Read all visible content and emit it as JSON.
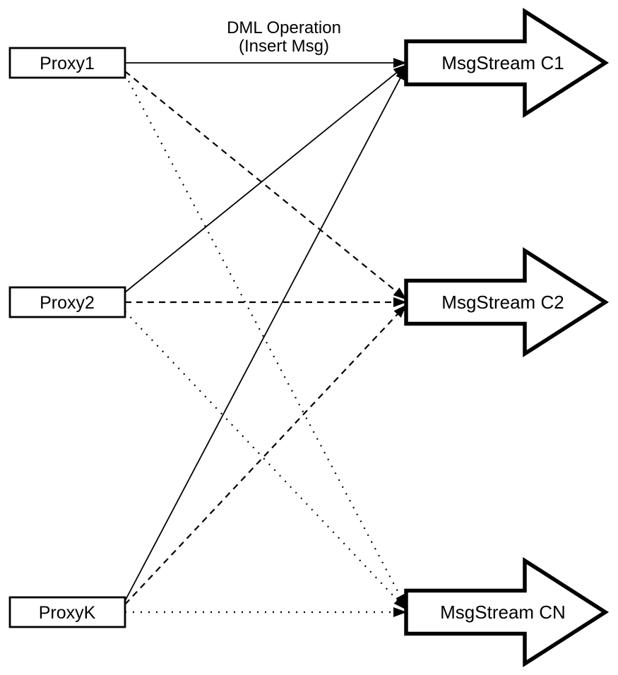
{
  "diagram": {
    "background": "#ffffff",
    "stroke_color": "#000000",
    "annotation": {
      "line1": "DML Operation",
      "line2": "(Insert Msg)"
    },
    "proxies": [
      {
        "label": "Proxy1"
      },
      {
        "label": "Proxy2"
      },
      {
        "label": "ProxyK"
      }
    ],
    "streams": [
      {
        "label": "MsgStream C1"
      },
      {
        "label": "MsgStream C2"
      },
      {
        "label": "MsgStream CN"
      }
    ],
    "edges": [
      {
        "from": "Proxy1",
        "to": "MsgStream C1",
        "style": "solid"
      },
      {
        "from": "Proxy2",
        "to": "MsgStream C1",
        "style": "solid"
      },
      {
        "from": "ProxyK",
        "to": "MsgStream C1",
        "style": "solid"
      },
      {
        "from": "Proxy1",
        "to": "MsgStream C2",
        "style": "dashed"
      },
      {
        "from": "Proxy2",
        "to": "MsgStream C2",
        "style": "dashed"
      },
      {
        "from": "ProxyK",
        "to": "MsgStream C2",
        "style": "dashed"
      },
      {
        "from": "Proxy1",
        "to": "MsgStream CN",
        "style": "dotted"
      },
      {
        "from": "Proxy2",
        "to": "MsgStream CN",
        "style": "dotted"
      },
      {
        "from": "ProxyK",
        "to": "MsgStream CN",
        "style": "dotted"
      }
    ]
  }
}
